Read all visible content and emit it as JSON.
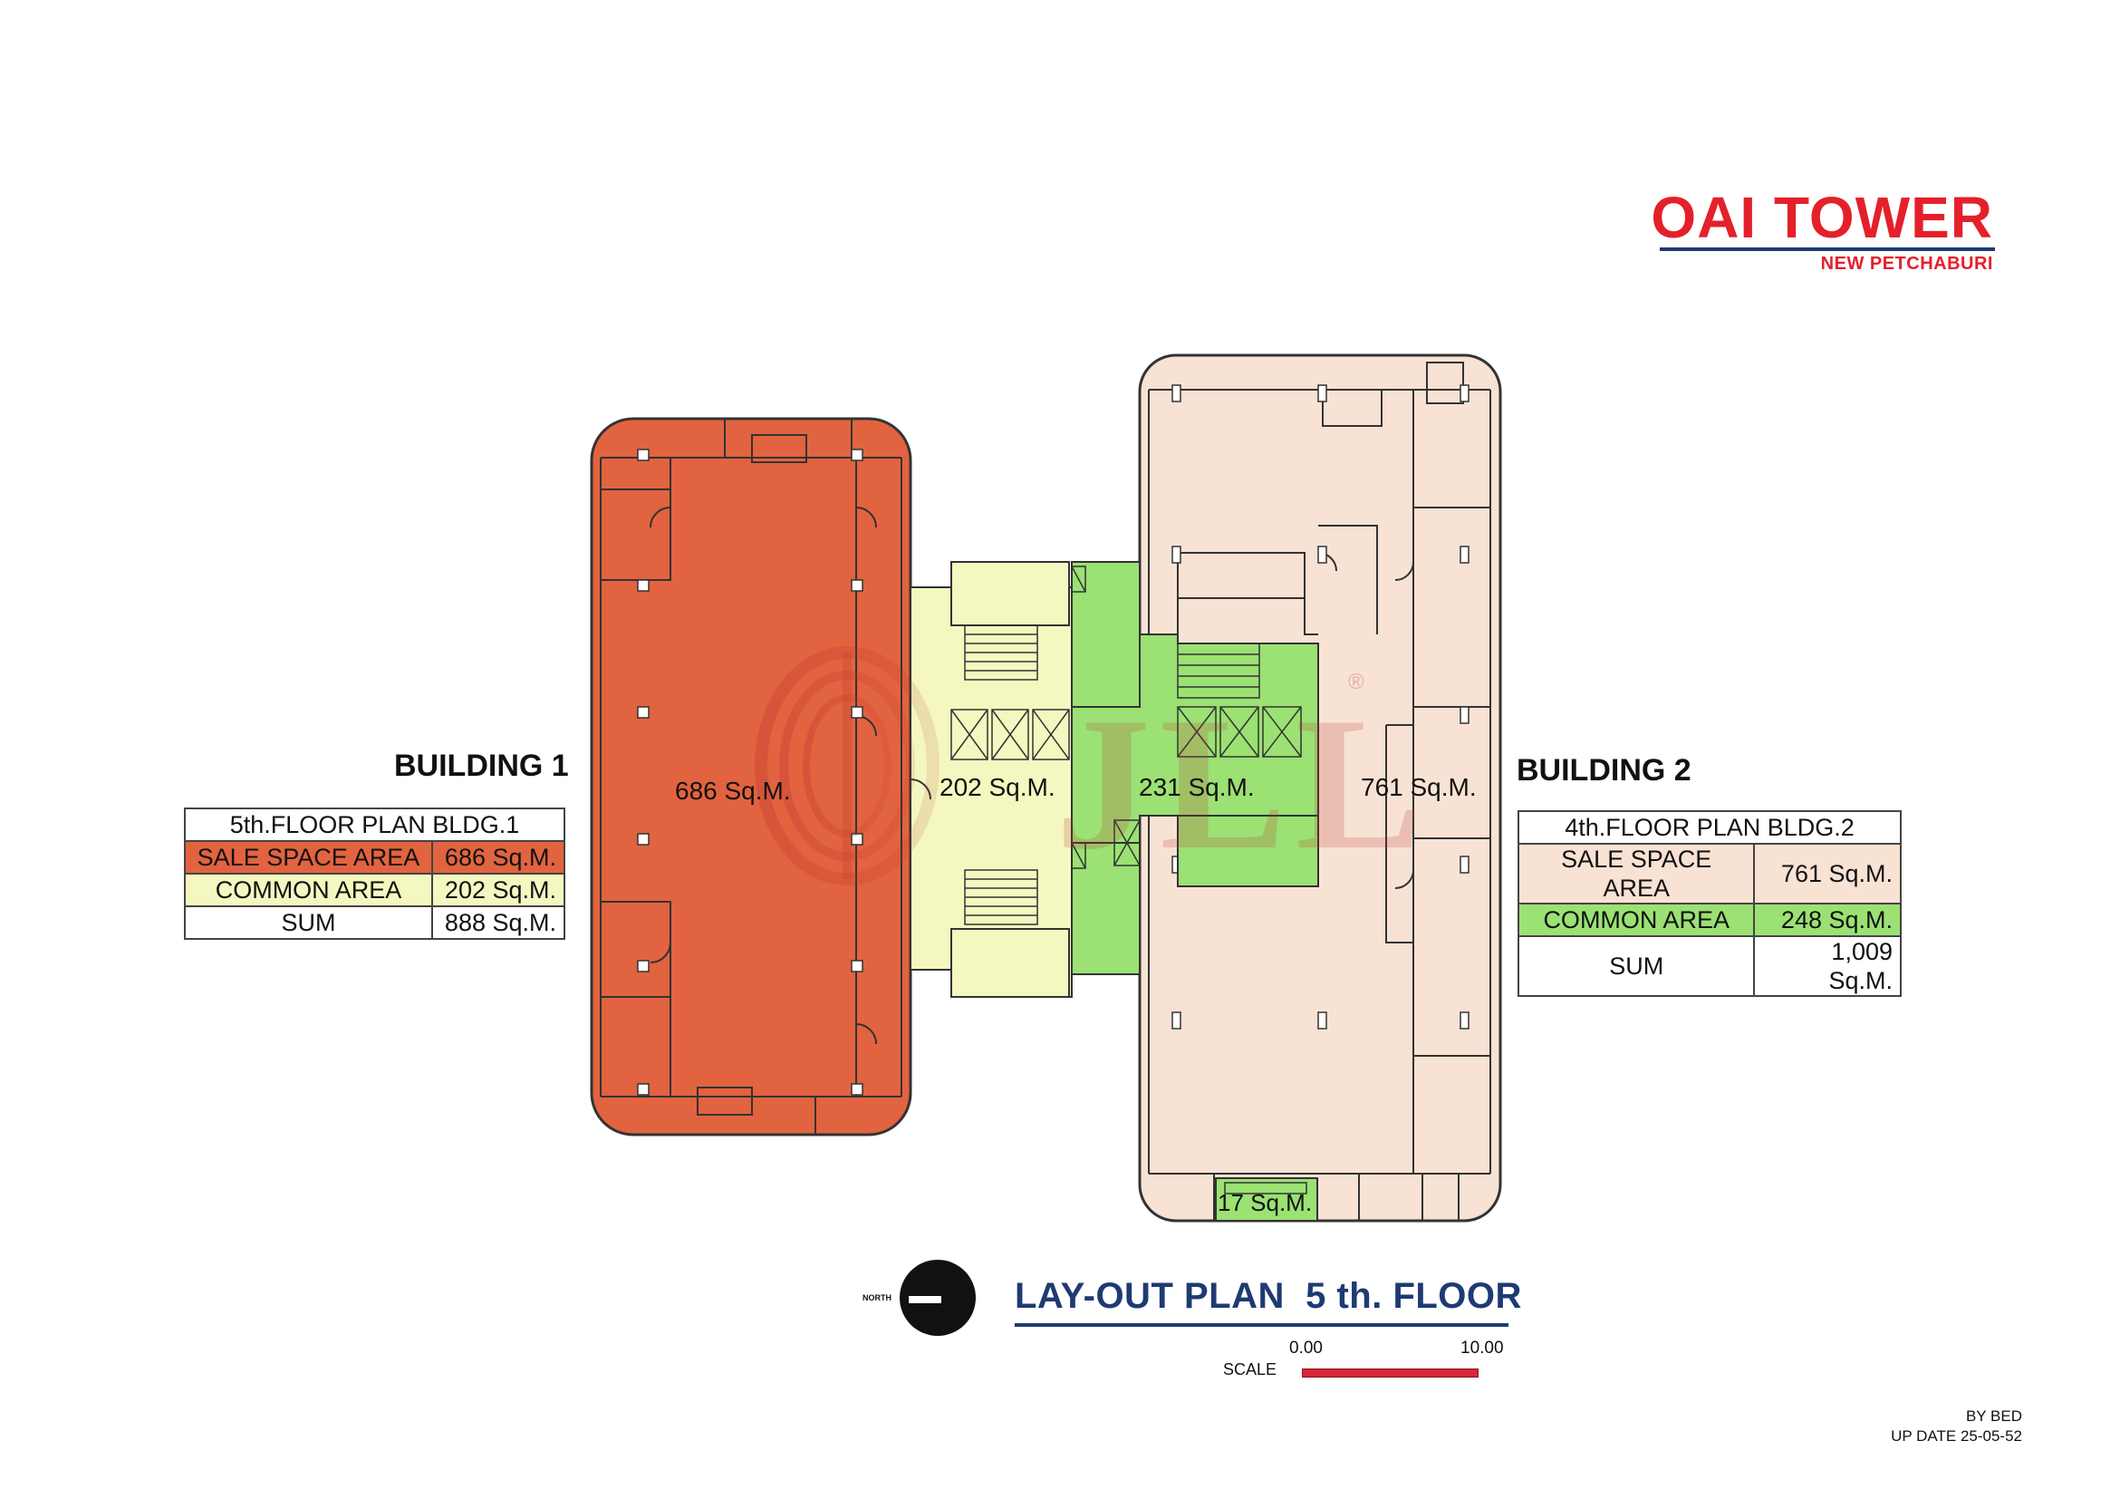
{
  "brand": {
    "title": "OAI TOWER",
    "subtitle": "NEW PETCHABURI",
    "color": "#e4202b",
    "rule_color": "#1f3a73"
  },
  "watermark": {
    "text": "JLL",
    "mark": "®"
  },
  "building1": {
    "title": "BUILDING 1",
    "table": {
      "header": "5th.FLOOR PLAN BLDG.1",
      "rows": [
        {
          "label": "SALE SPACE AREA",
          "value": "686 Sq.M."
        },
        {
          "label": "COMMON AREA",
          "value": "202 Sq.M."
        },
        {
          "label": "SUM",
          "value": "888 Sq.M."
        }
      ]
    }
  },
  "building2": {
    "title": "BUILDING 2",
    "table": {
      "header": "4th.FLOOR PLAN BLDG.2",
      "rows": [
        {
          "label": "SALE SPACE AREA",
          "value": "761 Sq.M."
        },
        {
          "label": "COMMON AREA",
          "value": "248 Sq.M."
        },
        {
          "label": "SUM",
          "value": "1,009 Sq.M."
        }
      ]
    }
  },
  "plan": {
    "zones": {
      "b1_sale": "686 Sq.M.",
      "b1_common": "202 Sq.M.",
      "b2_common": "231 Sq.M.",
      "b2_sale": "761 Sq.M.",
      "b2_small": "17 Sq.M."
    },
    "colors": {
      "b1_sale": "#e2633f",
      "b1_common": "#f4f8c0",
      "b2_common": "#9be173",
      "b2_sale": "#f8e2d4"
    }
  },
  "north": {
    "label": "NORTH"
  },
  "footer": {
    "title": "LAY-OUT PLAN  5 th. FLOOR",
    "scale_label": "SCALE",
    "scale_min": "0.00",
    "scale_max": "10.00",
    "by": "BY BED",
    "update": "UP DATE 25-05-52"
  }
}
